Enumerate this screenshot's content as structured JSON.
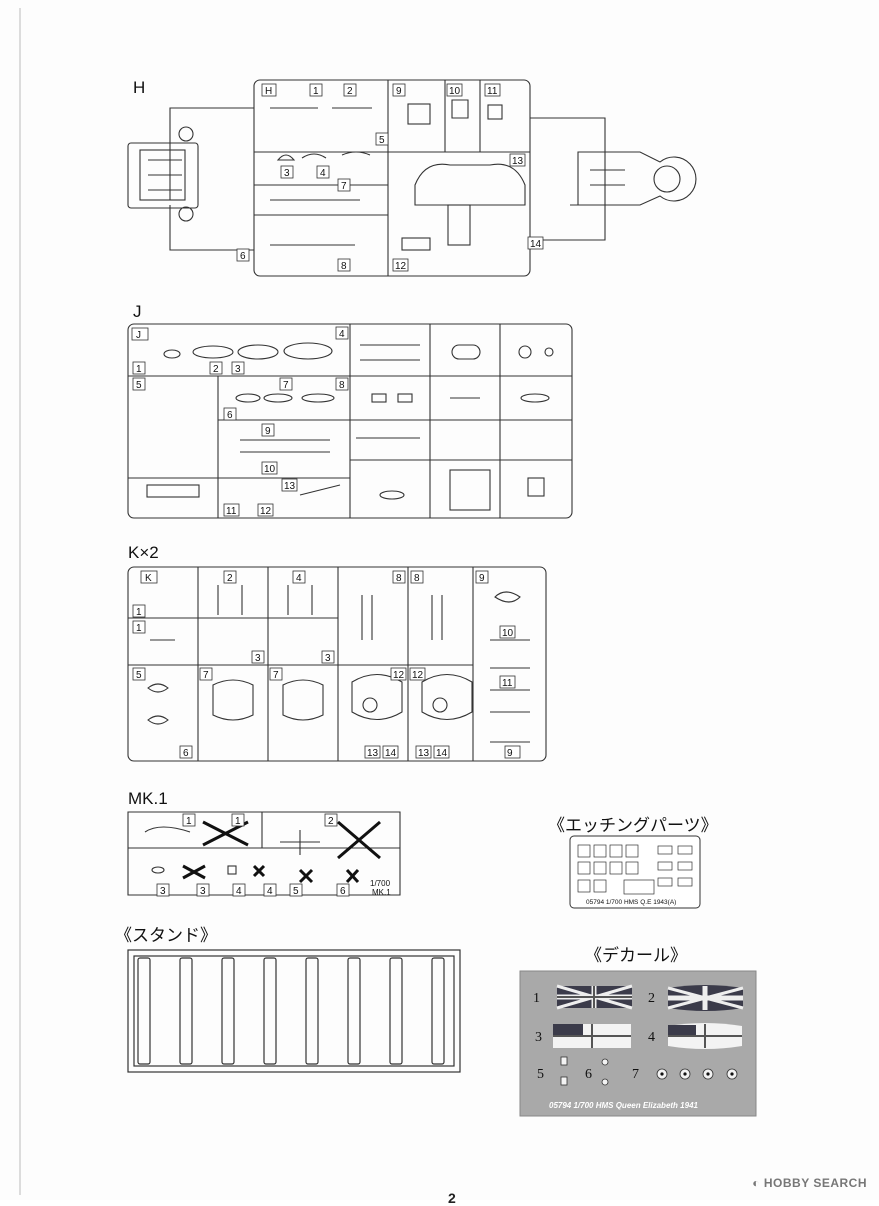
{
  "sections": {
    "h": "H",
    "j": "J",
    "k": "K×2",
    "mk": "MK.1",
    "etching": "《エッチングパーツ》",
    "stand": "《スタンド》",
    "decal": "《デカール》"
  },
  "h_parts": [
    "1",
    "2",
    "3",
    "4",
    "5",
    "6",
    "7",
    "8",
    "9",
    "10",
    "11",
    "12",
    "13",
    "14"
  ],
  "h_tag": "H",
  "j_tag": "J",
  "k_tag": "K",
  "mk_tag": "1/700 MK.1",
  "mk_tag_top": "1/700",
  "mk_tag_bottom": "MK.1",
  "etching_caption": "05794 1/700 HMS Q.E 1943(A)",
  "decal_numbers": [
    "1",
    "2",
    "3",
    "4",
    "5",
    "6",
    "7"
  ],
  "decal_caption": "05794 1/700 HMS Queen Elizabeth 1941",
  "watermark": "HOBBY SEARCH",
  "page_number": "2"
}
